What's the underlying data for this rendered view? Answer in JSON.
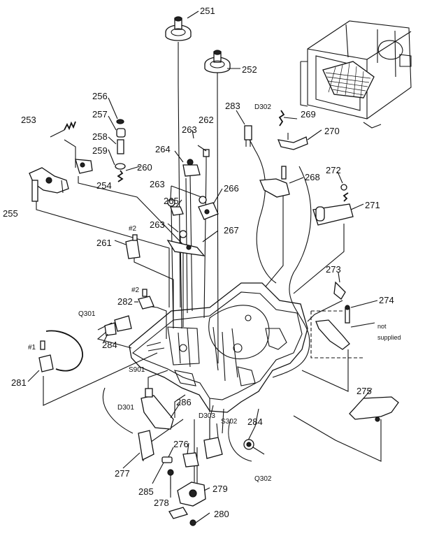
{
  "diagram": {
    "parts": {
      "p251": "251",
      "p252": "252",
      "p253": "253",
      "p255": "255",
      "p256": "256",
      "p257": "257",
      "p258": "258",
      "p259": "259",
      "p260": "260",
      "p254": "254",
      "p262": "262",
      "p263a": "263",
      "p263b": "263",
      "p263c": "263",
      "p264": "264",
      "p265": "265",
      "p266": "266",
      "p267": "267",
      "p261": "261",
      "p283": "283",
      "p269": "269",
      "p270": "270",
      "p268": "268",
      "p272": "272",
      "p271": "271",
      "p273": "273",
      "p274": "274",
      "p282": "282",
      "p284a": "284",
      "p284b": "284",
      "p281": "281",
      "p286": "286",
      "p275": "275",
      "p276": "276",
      "p277": "277",
      "p285": "285",
      "p278": "278",
      "p279": "279",
      "p280": "280"
    },
    "refs": {
      "d302": "D302",
      "q301": "Q301",
      "s901": "S901",
      "d301": "D301",
      "d303": "D303",
      "s302": "S302",
      "q302": "Q302"
    },
    "screws": {
      "s2a": "#2",
      "s2b": "#2",
      "s1": "#1"
    },
    "note": {
      "line1": "not",
      "line2": "supplied"
    }
  }
}
